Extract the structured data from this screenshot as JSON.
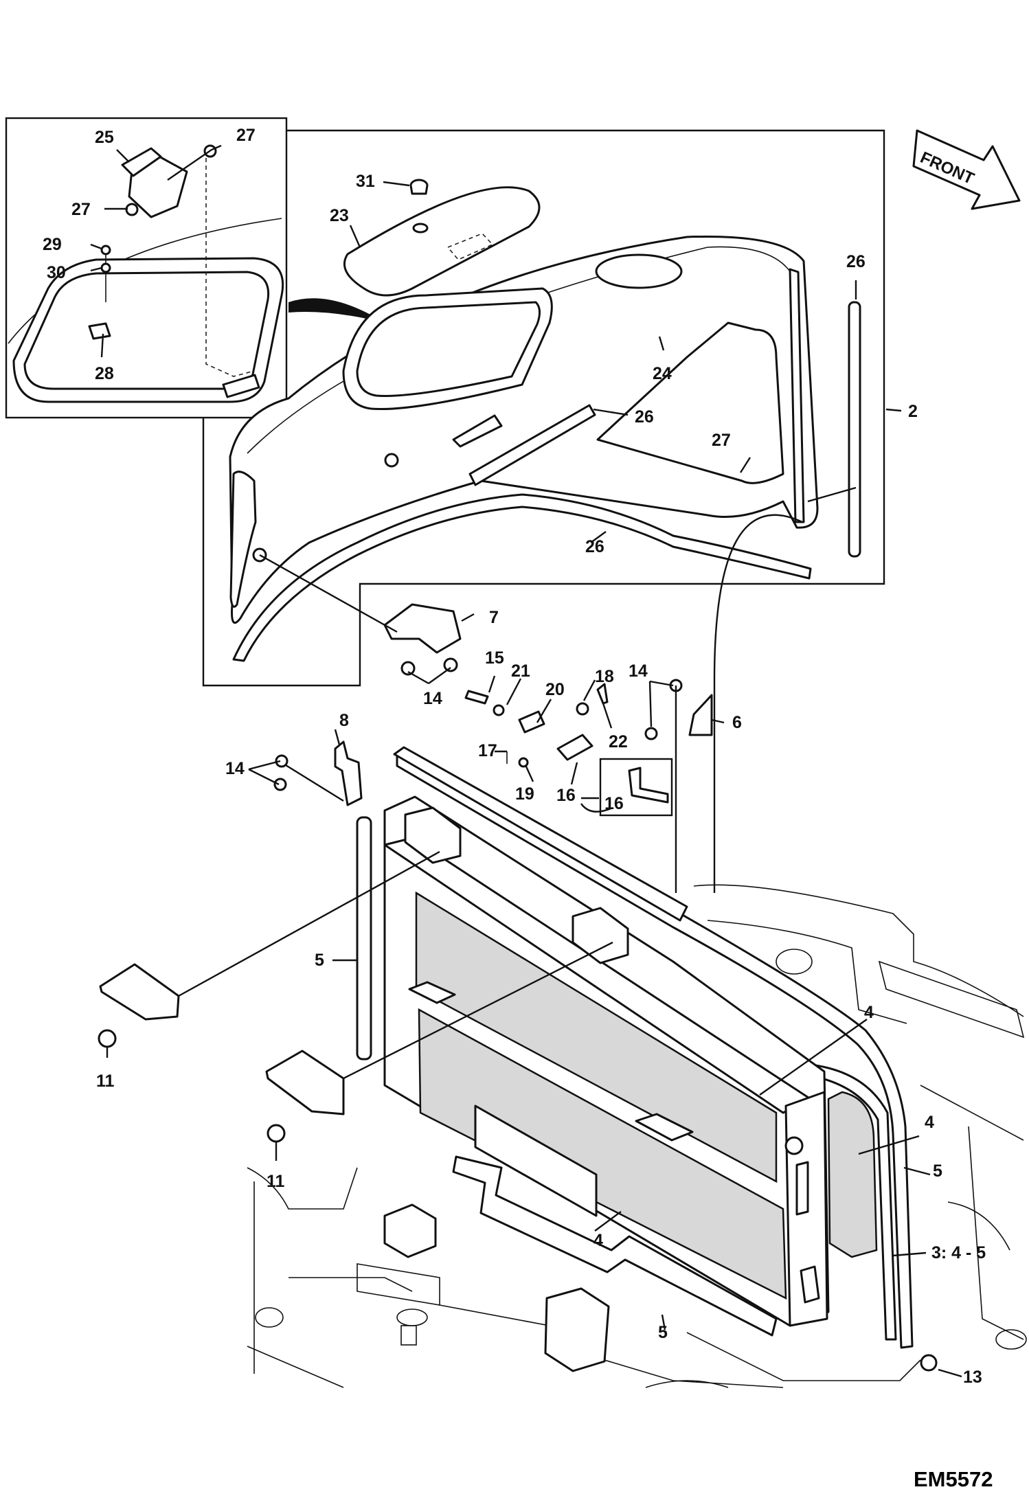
{
  "diagram": {
    "code": "EM5572",
    "direction_label": "FRONT",
    "callouts": [
      {
        "id": "25",
        "text": "25"
      },
      {
        "id": "27a",
        "text": "27"
      },
      {
        "id": "27b",
        "text": "27"
      },
      {
        "id": "29",
        "text": "29"
      },
      {
        "id": "30",
        "text": "30"
      },
      {
        "id": "28",
        "text": "28"
      },
      {
        "id": "31",
        "text": "31"
      },
      {
        "id": "23",
        "text": "23"
      },
      {
        "id": "24",
        "text": "24"
      },
      {
        "id": "26a",
        "text": "26"
      },
      {
        "id": "26b",
        "text": "26"
      },
      {
        "id": "26c",
        "text": "26"
      },
      {
        "id": "27c",
        "text": "27"
      },
      {
        "id": "2",
        "text": "2"
      },
      {
        "id": "7",
        "text": "7"
      },
      {
        "id": "14a",
        "text": "14"
      },
      {
        "id": "15",
        "text": "15"
      },
      {
        "id": "21",
        "text": "21"
      },
      {
        "id": "20",
        "text": "20"
      },
      {
        "id": "18",
        "text": "18"
      },
      {
        "id": "14b",
        "text": "14"
      },
      {
        "id": "6",
        "text": "6"
      },
      {
        "id": "17",
        "text": "17"
      },
      {
        "id": "22",
        "text": "22"
      },
      {
        "id": "19",
        "text": "19"
      },
      {
        "id": "16a",
        "text": "16"
      },
      {
        "id": "16b",
        "text": "16"
      },
      {
        "id": "8",
        "text": "8"
      },
      {
        "id": "14c",
        "text": "14"
      },
      {
        "id": "5a",
        "text": "5"
      },
      {
        "id": "11a",
        "text": "11"
      },
      {
        "id": "11b",
        "text": "11"
      },
      {
        "id": "4a",
        "text": "4"
      },
      {
        "id": "4b",
        "text": "4"
      },
      {
        "id": "4c",
        "text": "4"
      },
      {
        "id": "5b",
        "text": "5"
      },
      {
        "id": "3",
        "text": "3: 4 - 5"
      },
      {
        "id": "5c",
        "text": "5"
      },
      {
        "id": "13",
        "text": "13"
      }
    ]
  }
}
